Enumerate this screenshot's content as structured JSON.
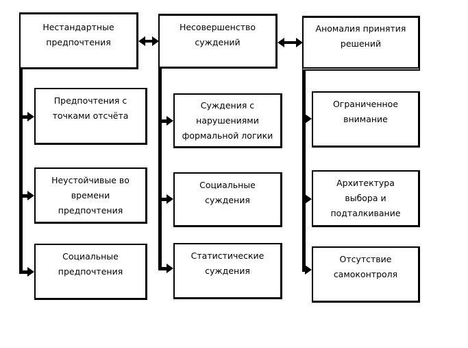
{
  "diagram": {
    "columns": [
      {
        "header": [
          "Нестандартные",
          "предпочтения"
        ],
        "children": [
          [
            "Предпочтения с",
            "точками отсчёта"
          ],
          [
            "Неустойчивые во",
            "времени",
            "предпочтения"
          ],
          [
            "Социальные",
            "предпочтения"
          ]
        ]
      },
      {
        "header": [
          "Несовершенство",
          "суждений"
        ],
        "children": [
          [
            "Суждения с",
            "нарушениями",
            "формальной логики"
          ],
          [
            "Социальные",
            "суждения"
          ],
          [
            "Статистические",
            "суждения"
          ]
        ]
      },
      {
        "header": [
          "Аномалия принятия",
          "решений"
        ],
        "children": [
          [
            "Ограниченное",
            "внимание"
          ],
          [
            "Архитектура",
            "выбора и",
            "подталкивание"
          ],
          [
            "Отсутствие",
            "самоконтроля"
          ]
        ]
      }
    ],
    "connectors": [
      {
        "from": "column-1-header",
        "to": "column-2-header",
        "type": "bidirectional-arrow"
      },
      {
        "from": "column-2-header",
        "to": "column-3-header",
        "type": "bidirectional-arrow"
      }
    ]
  }
}
